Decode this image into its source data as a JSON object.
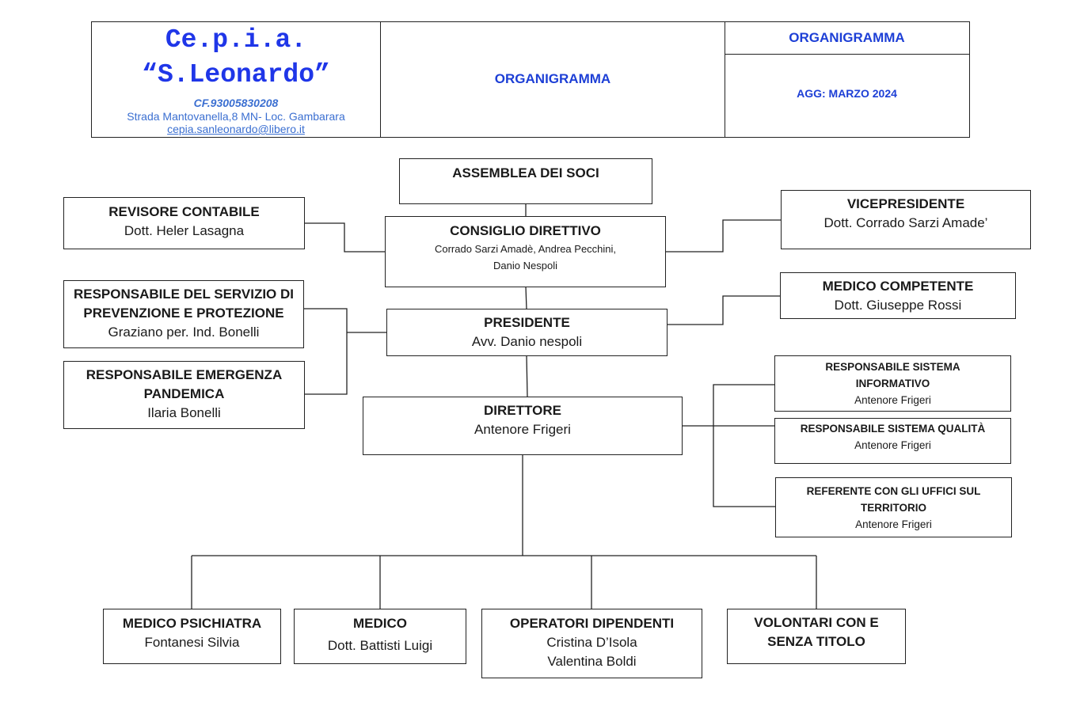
{
  "header": {
    "logo_line1": "Ce.p.i.a.",
    "logo_line2": "“S.Leonardo”",
    "cf": "CF.93005830208",
    "address": "Strada Mantovanella,8 MN- Loc. Gambarara",
    "email": "cepia.sanleonardo@libero.it",
    "center_title": "ORGANIGRAMMA",
    "right_title": "ORGANIGRAMMA",
    "updated": "AGG: MARZO 2024"
  },
  "nodes": {
    "assemblea": {
      "title": "ASSEMBLEA DEI SOCI"
    },
    "consiglio": {
      "title": "CONSIGLIO DIRETTIVO",
      "line1": "Corrado Sarzi Amadè, Andrea Pecchini,",
      "line2": "Danio Nespoli"
    },
    "revisore": {
      "title": "REVISORE CONTABILE",
      "name": "Dott. Heler Lasagna"
    },
    "vicepresidente": {
      "title": "VICEPRESIDENTE",
      "name": "Dott. Corrado Sarzi Amade’"
    },
    "rspp": {
      "title1": "RESPONSABILE  DEL SERVIZIO DI",
      "title2": "PREVENZIONE E PROTEZIONE",
      "name": "Graziano per. Ind. Bonelli"
    },
    "medico_competente": {
      "title": "MEDICO COMPETENTE",
      "name": "Dott. Giuseppe Rossi"
    },
    "presidente": {
      "title": "PRESIDENTE",
      "name": "Avv. Danio nespoli"
    },
    "emergenza": {
      "title1": "RESPONSABILE EMERGENZA",
      "title2": "PANDEMICA",
      "name": "Ilaria Bonelli"
    },
    "direttore": {
      "title": "DIRETTORE",
      "name": "Antenore Frigeri"
    },
    "sistema_informativo": {
      "title1": "RESPONSABILE SISTEMA",
      "title2": "INFORMATIVO",
      "name": "Antenore Frigeri"
    },
    "sistema_qualita": {
      "title": "RESPONSABILE SISTEMA QUALITÀ",
      "name": "Antenore Frigeri"
    },
    "referente": {
      "title1": "REFERENTE CON GLI UFFICI SUL",
      "title2": "TERRITORIO",
      "name": "Antenore Frigeri"
    },
    "psichiatra": {
      "title": "MEDICO PSICHIATRA",
      "name": "Fontanesi Silvia"
    },
    "medico": {
      "title": "MEDICO",
      "name": "Dott. Battisti Luigi"
    },
    "operatori": {
      "title": "OPERATORI DIPENDENTI",
      "name1": "Cristina D’Isola",
      "name2": "Valentina Boldi"
    },
    "volontari": {
      "title1": "VOLONTARI CON E",
      "title2": "SENZA TITOLO"
    }
  }
}
